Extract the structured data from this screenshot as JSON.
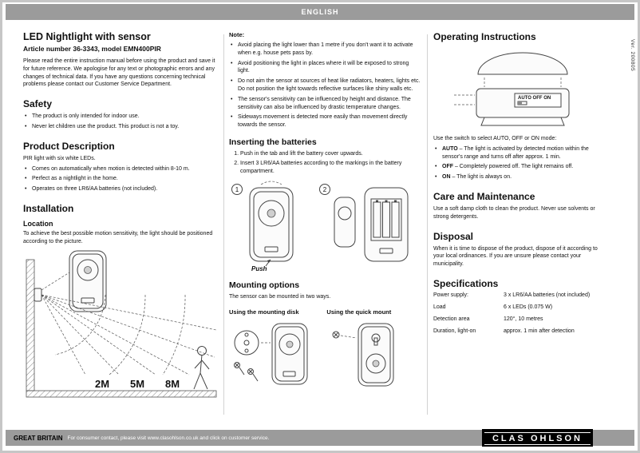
{
  "header": {
    "language": "ENGLISH"
  },
  "left": {
    "title": "LED Nightlight with sensor",
    "subtitle": "Article number 36-3343, model EMN400PIR",
    "intro": "Please read the entire instruction manual before using the product and save it for future reference. We apologise for any text or photographic errors and any changes of technical data. If you have any questions concerning technical problems please contact our Customer Service Department.",
    "safety": {
      "heading": "Safety",
      "items": [
        "The product is only intended for indoor use.",
        "Never let children use the product. This product is not a toy."
      ]
    },
    "product_description": {
      "heading": "Product Description",
      "lead": "PIR light with six white LEDs.",
      "items": [
        "Comes on automatically when motion is detected within 8-10 m.",
        "Perfect as a nightlight in the home.",
        "Operates on three LR6/AA batteries (not included)."
      ]
    },
    "installation": {
      "heading": "Installation",
      "location_heading": "Location",
      "location_text": "To achieve the best possible motion sensitivity, the light should be positioned according to the picture.",
      "distance_labels": [
        "2M",
        "5M",
        "8M"
      ]
    }
  },
  "middle": {
    "note": {
      "heading": "Note:",
      "items": [
        "Avoid placing the light lower than 1 metre if you don't want it to activate when e.g. house pets pass by.",
        "Avoid positioning the light in places where it will be exposed to strong light.",
        "Do not aim the sensor at sources of heat like radiators, heaters, lights etc. Do not position the light towards reflective surfaces like shiny walls etc.",
        "The sensor's sensitivity can be influenced by height and distance. The sensitivity can also be influenced by drastic temperature changes.",
        "Sideways movement is detected more easily than movement directly towards the sensor."
      ]
    },
    "inserting": {
      "heading": "Inserting the batteries",
      "steps": [
        "Push in the tab and lift the battery cover upwards.",
        "Insert 3 LR6/AA batteries according to the markings in the battery compartment."
      ],
      "fig1_label": "1",
      "fig2_label": "2",
      "push_label": "Push"
    },
    "mounting": {
      "heading": "Mounting options",
      "text": "The sensor can be mounted in two ways.",
      "disk_label": "Using the mounting disk",
      "quick_label": "Using the quick mount"
    }
  },
  "right": {
    "operating": {
      "heading": "Operating Instructions",
      "switch_label": "AUTO OFF ON",
      "text": "Use the switch to select AUTO, OFF or ON mode:",
      "items": [
        {
          "term": "AUTO",
          "desc": "– The light is activated by detected motion within the sensor's range and turns off after approx. 1 min."
        },
        {
          "term": "OFF",
          "desc": "– Completely powered off. The light remains off."
        },
        {
          "term": "ON",
          "desc": "– The light is always on."
        }
      ]
    },
    "care": {
      "heading": "Care and Maintenance",
      "text": "Use a soft damp cloth to clean the product. Never use solvents or strong detergents."
    },
    "disposal": {
      "heading": "Disposal",
      "text": "When it is time to dispose of the product, dispose of it according to your local ordinances. If you are unsure please contact your municipality."
    },
    "specifications": {
      "heading": "Specifications",
      "rows": [
        {
          "label": "Power supply:",
          "value": "3 x LR6/AA batteries (not included)"
        },
        {
          "label": "Load",
          "value": "6 x LEDs (0.075 W)"
        },
        {
          "label": "Detection area",
          "value": "120°, 10 metres"
        },
        {
          "label": "Duration, light-on",
          "value": "approx. 1 min after detection"
        }
      ]
    }
  },
  "version": "Ver. 200805",
  "footer": {
    "region": "GREAT BRITAIN",
    "contact": "For consumer contact, please visit www.clasohlson.co.uk and click on customer service.",
    "brand": "CLAS OHLSON"
  }
}
